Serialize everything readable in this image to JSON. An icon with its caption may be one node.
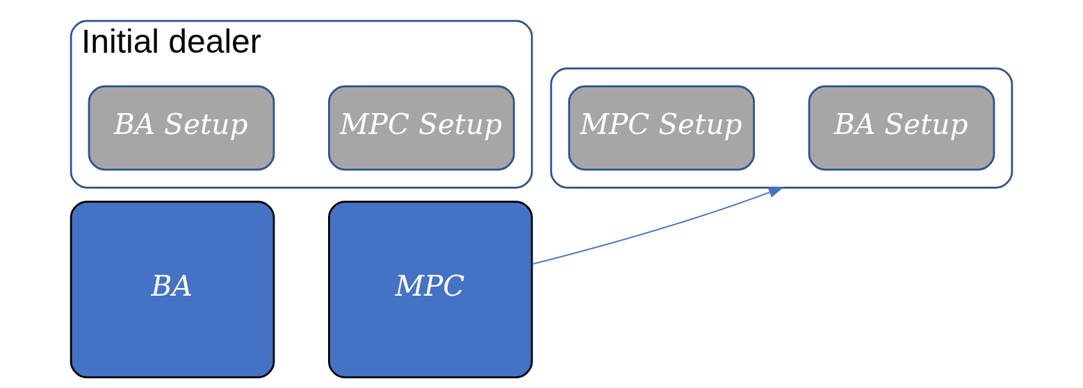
{
  "diagram": {
    "nodes": [
      {
        "text": [
          "Initial dealer"
        ]
      },
      {
        "text": [
          "BA Setup"
        ],
        "in": 0
      },
      {
        "text": [
          "MPC Setup"
        ],
        "in": 0
      },
      {
        "text": [],
        "shape": "box"
      },
      {
        "text": [
          "BA Setup"
        ],
        "in": 3
      },
      {
        "text": [
          "MPC Setup"
        ],
        "in": 3
      },
      {
        "text": [
          "BA"
        ]
      },
      {
        "text": [
          "MPC"
        ]
      }
    ],
    "edges": [
      {
        "from": 7,
        "to": 3,
        "arrow": "to"
      }
    ]
  }
}
